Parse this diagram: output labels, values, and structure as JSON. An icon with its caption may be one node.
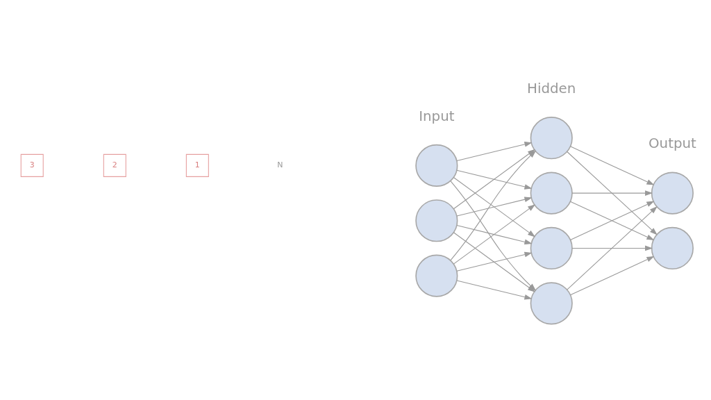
{
  "diagram": {
    "nodes": [
      {
        "text": [],
        "shape": "circle"
      },
      {
        "text": [],
        "shape": "circle"
      },
      {
        "text": [],
        "shape": "circle"
      },
      {
        "text": [],
        "shape": "circle"
      },
      {
        "text": [],
        "shape": "circle"
      },
      {
        "text": [],
        "shape": "circle"
      },
      {
        "text": [],
        "shape": "circle"
      },
      {
        "text": [],
        "shape": "circle"
      },
      {
        "text": [],
        "shape": "circle"
      }
    ],
    "edges": [
      {
        "from": 0,
        "to": 3,
        "arrow": "to"
      },
      {
        "from": 0,
        "to": 4,
        "arrow": "to"
      },
      {
        "from": 0,
        "to": 5,
        "arrow": "to"
      },
      {
        "from": 0,
        "to": 6,
        "arrow": "to"
      },
      {
        "from": 1,
        "to": 3,
        "arrow": "to"
      },
      {
        "from": 1,
        "to": 4,
        "arrow": "to"
      },
      {
        "from": 1,
        "to": 5,
        "arrow": "to"
      },
      {
        "from": 1,
        "to": 6,
        "arrow": "to"
      },
      {
        "from": 2,
        "to": 3,
        "arrow": "to"
      },
      {
        "from": 2,
        "to": 4,
        "arrow": "to"
      },
      {
        "from": 2,
        "to": 5,
        "arrow": "to"
      },
      {
        "from": 2,
        "to": 6,
        "arrow": "to"
      },
      {
        "from": 3,
        "to": 7,
        "arrow": "to"
      },
      {
        "from": 3,
        "to": 8,
        "arrow": "to"
      },
      {
        "from": 4,
        "to": 7,
        "arrow": "to"
      },
      {
        "from": 4,
        "to": 8,
        "arrow": "to"
      },
      {
        "from": 5,
        "to": 7,
        "arrow": "to"
      },
      {
        "from": 5,
        "to": 8,
        "arrow": "to"
      },
      {
        "from": 6,
        "to": 7,
        "arrow": "to"
      },
      {
        "from": 6,
        "to": 8,
        "arrow": "to"
      }
    ],
    "labels": [
      "3",
      "2",
      "1",
      "N",
      "Input",
      "Hidden",
      "Output"
    ]
  }
}
